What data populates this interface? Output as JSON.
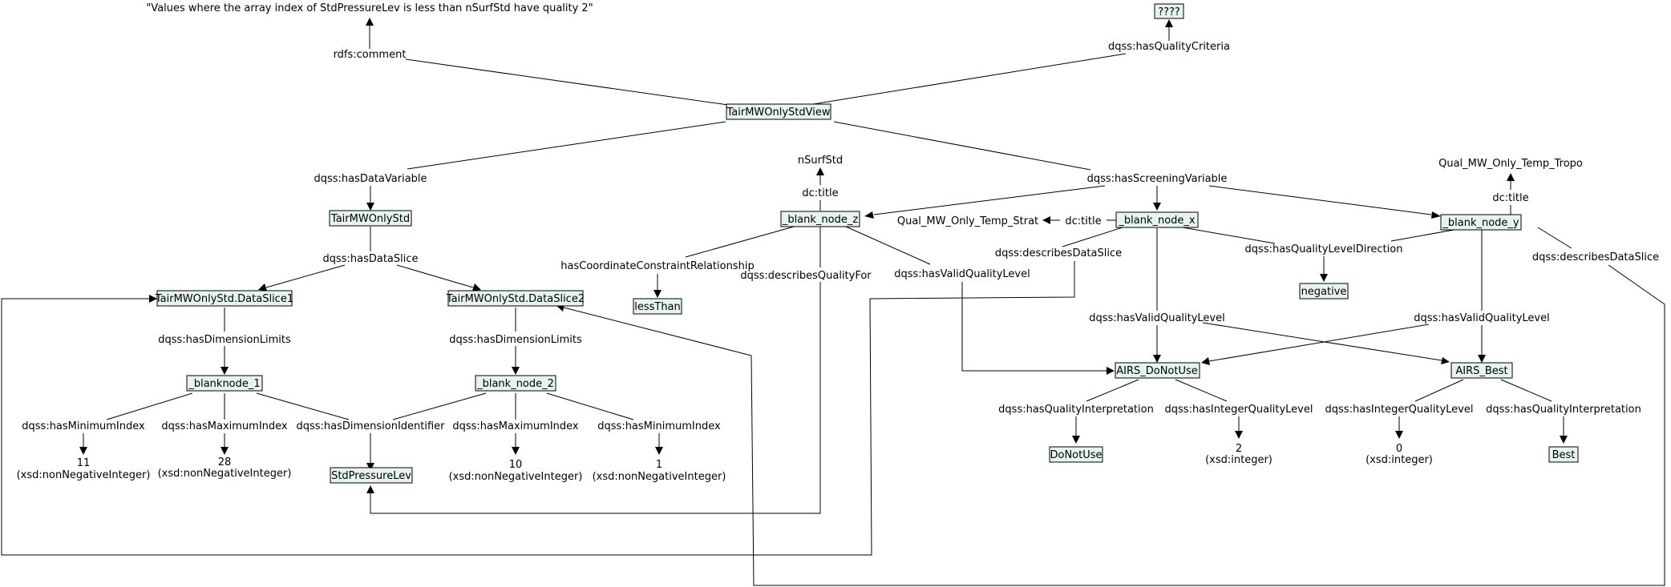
{
  "nodes": {
    "comment_text": "\"Values where the array index of StdPressureLev is less than nSurfStd have quality 2\"",
    "qmarks": "????",
    "root": "TairMWOnlyStdView",
    "nsurfstd": "nSurfStd",
    "qual_tropo": "Qual_MW_Only_Temp_Tropo",
    "tairstd": "TairMWOnlyStd",
    "bnz": "_blank_node_z",
    "qual_strat": "Qual_MW_Only_Temp_Strat",
    "bnx": "_blank_node_x",
    "bny": "_blank_node_y",
    "slice1": "TairMWOnlyStd.DataSlice1",
    "slice2": "TairMWOnlyStd.DataSlice2",
    "lessthan": "lessThan",
    "negative": "negative",
    "bn1": "_blanknode_1",
    "bn2": "_blank_node_2",
    "donotuse": "AIRS_DoNotUse",
    "best": "AIRS_Best",
    "v11": "11",
    "v11t": "(xsd:nonNegativeInteger)",
    "v28": "28",
    "v28t": "(xsd:nonNegativeInteger)",
    "stdpress": "StdPressureLev",
    "v10": "10",
    "v10t": "(xsd:nonNegativeInteger)",
    "v1": "1",
    "v1t": "(xsd:nonNegativeInteger)",
    "lit_donotuse": "DoNotUse",
    "v2": "2",
    "v2t": "(xsd:integer)",
    "v0": "0",
    "v0t": "(xsd:integer)",
    "lit_best": "Best"
  },
  "edges": {
    "rdfs_comment": "rdfs:comment",
    "has_quality_criteria": "dqss:hasQualityCriteria",
    "has_data_variable": "dqss:hasDataVariable",
    "has_screening_variable": "dqss:hasScreeningVariable",
    "title_z": "dc:title",
    "title_x": "dc:title",
    "title_y": "dc:title",
    "has_data_slice": "dqss:hasDataSlice",
    "coord_constraint": "hasCoordinateConstraintRelationship",
    "describes_quality_for": "dqss:describesQualityFor",
    "valid_quality_z": "dqss:hasValidQualityLevel",
    "describes_slice_x": "dqss:describesDataSlice",
    "quality_direction": "dqss:hasQualityLevelDirection",
    "describes_slice_y": "dqss:describesDataSlice",
    "dim_limits_1": "dqss:hasDimensionLimits",
    "dim_limits_2": "dqss:hasDimensionLimits",
    "valid_quality_x": "dqss:hasValidQualityLevel",
    "valid_quality_y": "dqss:hasValidQualityLevel",
    "min_index_1": "dqss:hasMinimumIndex",
    "max_index_1": "dqss:hasMaximumIndex",
    "dim_identifier": "dqss:hasDimensionIdentifier",
    "max_index_2": "dqss:hasMaximumIndex",
    "min_index_2": "dqss:hasMinimumIndex",
    "interp_donotuse": "dqss:hasQualityInterpretation",
    "int_level_donotuse": "dqss:hasIntegerQualityLevel",
    "int_level_best": "dqss:hasIntegerQualityLevel",
    "interp_best": "dqss:hasQualityInterpretation"
  }
}
